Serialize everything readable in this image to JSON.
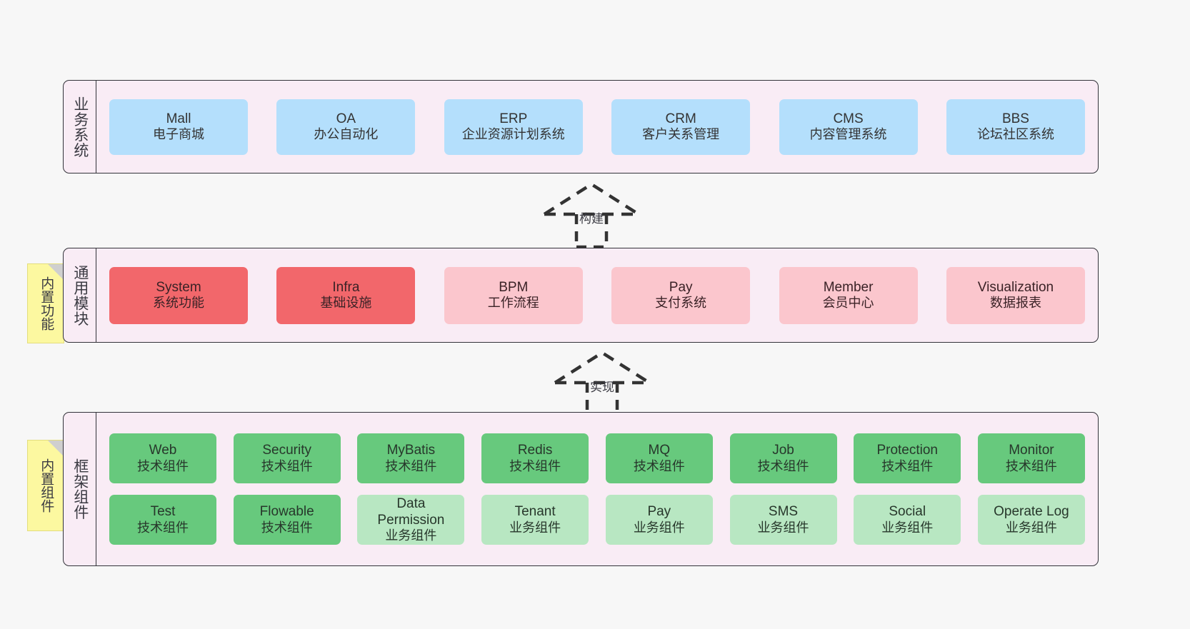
{
  "diagram": {
    "background_color": "#f7f7f7",
    "panel_color": "#f9ecf5",
    "note_color": "#fcf8a0"
  },
  "layers": [
    {
      "id": "business-systems",
      "title": "业务系统",
      "cards": [
        {
          "en": "Mall",
          "cn": "电子商城",
          "style": "blue"
        },
        {
          "en": "OA",
          "cn": "办公自动化",
          "style": "blue"
        },
        {
          "en": "ERP",
          "cn": "企业资源计划系统",
          "style": "blue"
        },
        {
          "en": "CRM",
          "cn": "客户关系管理",
          "style": "blue"
        },
        {
          "en": "CMS",
          "cn": "内容管理系统",
          "style": "blue"
        },
        {
          "en": "BBS",
          "cn": "论坛社区系统",
          "style": "blue"
        }
      ]
    },
    {
      "id": "common-modules",
      "title": "通用模块",
      "note": "内置功能",
      "cards": [
        {
          "en": "System",
          "cn": "系统功能",
          "style": "redd"
        },
        {
          "en": "Infra",
          "cn": "基础设施",
          "style": "redd"
        },
        {
          "en": "BPM",
          "cn": "工作流程",
          "style": "pinkl"
        },
        {
          "en": "Pay",
          "cn": "支付系统",
          "style": "pinkl"
        },
        {
          "en": "Member",
          "cn": "会员中心",
          "style": "pinkl"
        },
        {
          "en": "Visualization",
          "cn": "数据报表",
          "style": "pinkl"
        }
      ]
    },
    {
      "id": "framework-components",
      "title": "框架组件",
      "note": "内置组件",
      "row1": [
        {
          "en": "Web",
          "cn": "技术组件",
          "style": "greend"
        },
        {
          "en": "Security",
          "cn": "技术组件",
          "style": "greend"
        },
        {
          "en": "MyBatis",
          "cn": "技术组件",
          "style": "greend"
        },
        {
          "en": "Redis",
          "cn": "技术组件",
          "style": "greend"
        },
        {
          "en": "MQ",
          "cn": "技术组件",
          "style": "greend"
        },
        {
          "en": "Job",
          "cn": "技术组件",
          "style": "greend"
        },
        {
          "en": "Protection",
          "cn": "技术组件",
          "style": "greend"
        },
        {
          "en": "Monitor",
          "cn": "技术组件",
          "style": "greend"
        }
      ],
      "row2": [
        {
          "en": "Test",
          "cn": "技术组件",
          "style": "greend"
        },
        {
          "en": "Flowable",
          "cn": "技术组件",
          "style": "greend"
        },
        {
          "en": "Data Permission",
          "cn": "业务组件",
          "style": "greenl"
        },
        {
          "en": "Tenant",
          "cn": "业务组件",
          "style": "greenl"
        },
        {
          "en": "Pay",
          "cn": "业务组件",
          "style": "greenl"
        },
        {
          "en": "SMS",
          "cn": "业务组件",
          "style": "greenl"
        },
        {
          "en": "Social",
          "cn": "业务组件",
          "style": "greenl"
        },
        {
          "en": "Operate Log",
          "cn": "业务组件",
          "style": "greenl"
        }
      ]
    }
  ],
  "arrows": [
    {
      "id": "build-arrow",
      "label": "构建"
    },
    {
      "id": "implement-arrow",
      "label": "实现"
    }
  ]
}
